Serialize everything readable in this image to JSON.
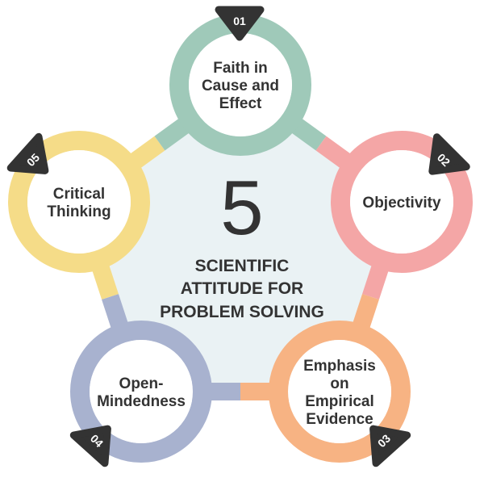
{
  "center": {
    "number": "5",
    "title_lines": [
      "SCIENTIFIC",
      "ATTITUDE FOR",
      "PROBLEM SOLVING"
    ]
  },
  "items": [
    {
      "badge": "01",
      "lines": [
        "Faith in",
        "Cause and",
        "Effect"
      ],
      "color": "#9fc9b9"
    },
    {
      "badge": "02",
      "lines": [
        "Objectivity"
      ],
      "color": "#f4a6a6"
    },
    {
      "badge": "03",
      "lines": [
        "Emphasis",
        "on",
        "Empirical",
        "Evidence"
      ],
      "color": "#f7b383"
    },
    {
      "badge": "04",
      "lines": [
        "Open-",
        "Mindedness"
      ],
      "color": "#a8b2cf"
    },
    {
      "badge": "05",
      "lines": [
        "Critical",
        "Thinking"
      ],
      "color": "#f5dc88"
    }
  ],
  "colors": {
    "pentagon_fill": "#eaf2f4",
    "badge": "#333333",
    "text": "#333333"
  }
}
